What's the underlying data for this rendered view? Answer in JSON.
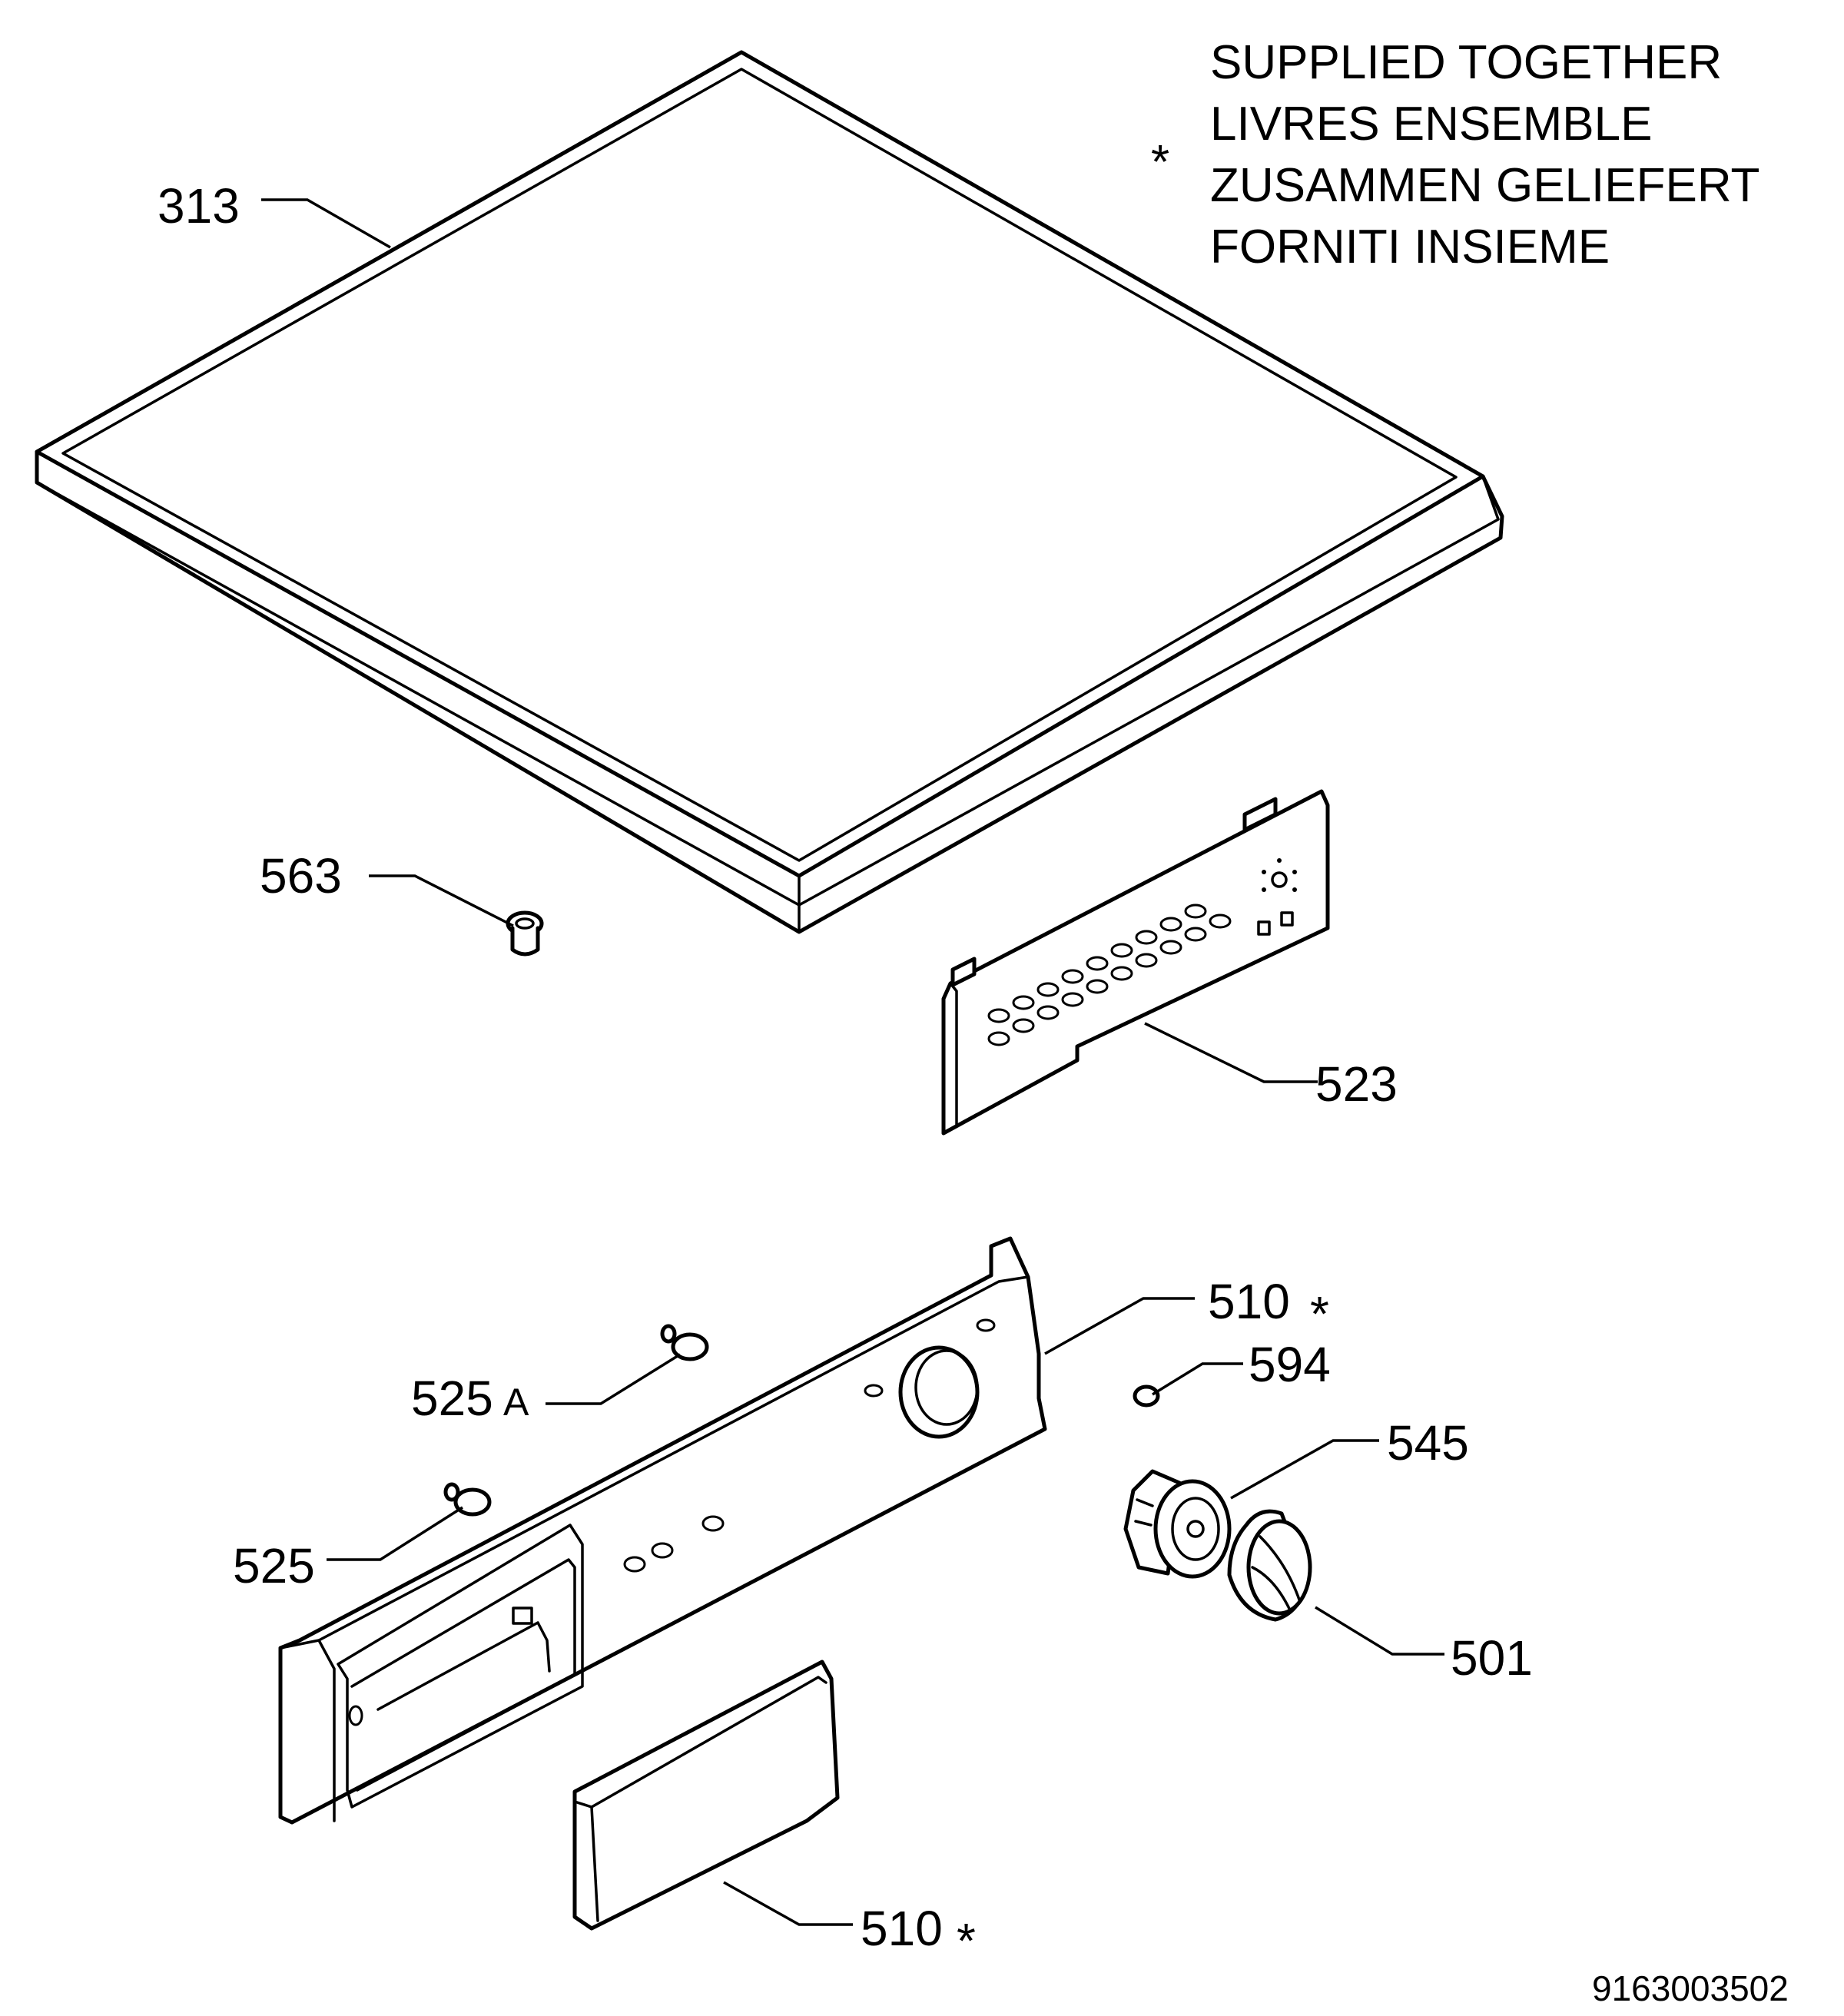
{
  "legend": {
    "symbol": "*",
    "lines": [
      "SUPPLIED TOGETHER",
      "LIVRES ENSEMBLE",
      "ZUSAMMEN GELIEFERT",
      "FORNITI INSIEME"
    ]
  },
  "parts": {
    "p313": "313",
    "p563": "563",
    "p523": "523",
    "p510_top": "510",
    "p510_top_mark": "*",
    "p594": "594",
    "p525a": "525",
    "p525a_suffix": "A",
    "p545": "545",
    "p525": "525",
    "p501": "501",
    "p510_bottom": "510",
    "p510_bottom_mark": "*"
  },
  "drawing_number": "9163003502"
}
